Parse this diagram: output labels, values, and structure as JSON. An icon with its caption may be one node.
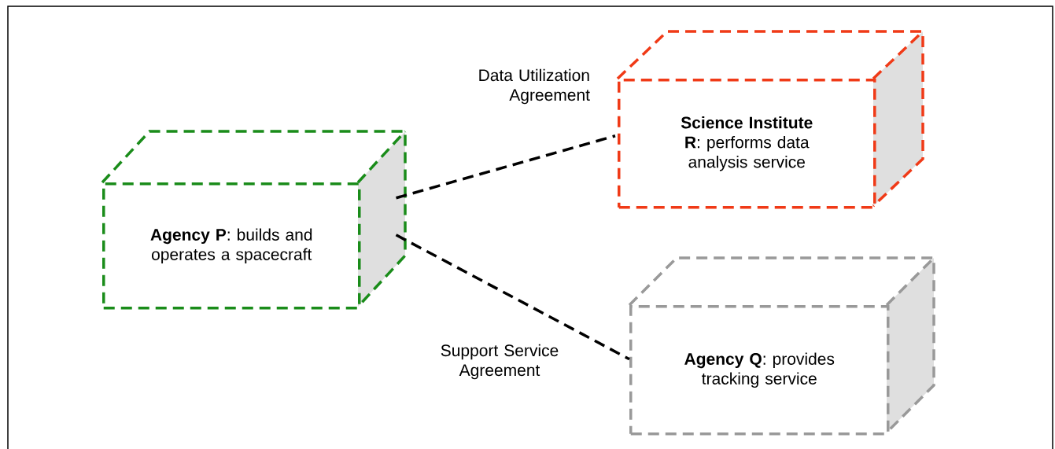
{
  "diagram": {
    "nodes": [
      {
        "text": [
          "**Agency P**: builds and operates a spacecraft"
        ]
      },
      {
        "text": [
          "**Science Institute R**: performs data analysis service"
        ]
      },
      {
        "text": [
          "**Agency Q**: provides tracking service"
        ]
      }
    ],
    "edges": [
      {
        "from": 0,
        "to": 1,
        "arrow": "none",
        "style": "dashed",
        "label": "Data Utilization Agreement"
      },
      {
        "from": 0,
        "to": 2,
        "arrow": "none",
        "style": "dashed",
        "label": "Support Service Agreement"
      }
    ]
  }
}
